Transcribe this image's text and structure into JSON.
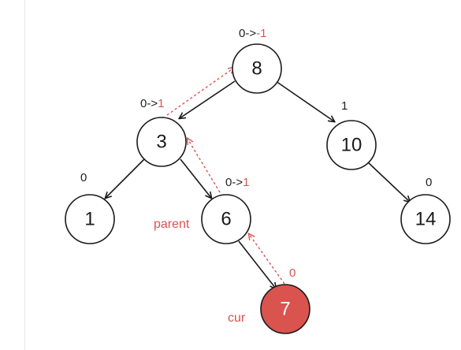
{
  "tree": {
    "nodes": [
      {
        "id": "n8",
        "label": "8"
      },
      {
        "id": "n3",
        "label": "3"
      },
      {
        "id": "n10",
        "label": "10"
      },
      {
        "id": "n1",
        "label": "1"
      },
      {
        "id": "n6",
        "label": "6"
      },
      {
        "id": "n14",
        "label": "14"
      },
      {
        "id": "n7",
        "label": "7"
      }
    ],
    "balance_factors": {
      "n8": {
        "old": "0",
        "arrow": "->",
        "new": "-1"
      },
      "n3": {
        "old": "0",
        "arrow": "->",
        "new": "1"
      },
      "n6": {
        "old": "0",
        "arrow": "->",
        "new": "1"
      },
      "n10": {
        "value": "1"
      },
      "n1": {
        "value": "0"
      },
      "n14": {
        "value": "0"
      },
      "n7": {
        "value": "0"
      }
    },
    "tags": {
      "parent": "parent",
      "cur": "cur"
    },
    "colors": {
      "highlight": "#d9534f",
      "stroke": "#1a1a1a"
    }
  }
}
